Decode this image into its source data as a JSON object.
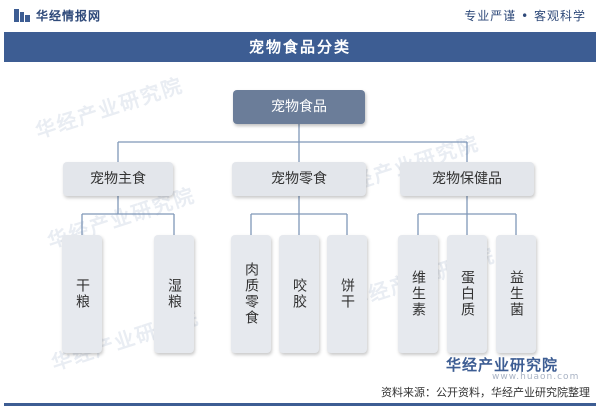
{
  "header": {
    "brand": "华经情报网",
    "slogan": "专业严谨 • 客观科学"
  },
  "diagram": {
    "title": "宠物食品分类",
    "root": "宠物食品",
    "categories": [
      {
        "label": "宠物主食",
        "children": [
          "干粮",
          "湿粮"
        ]
      },
      {
        "label": "宠物零食",
        "children": [
          "肉质零食",
          "咬胶",
          "饼干"
        ]
      },
      {
        "label": "宠物保健品",
        "children": [
          "维生素",
          "蛋白质",
          "益生菌"
        ]
      }
    ]
  },
  "watermark": {
    "text": "华经产业研究院"
  },
  "footer": {
    "logo_text": "华经产业研究院",
    "url": "www.huaon.com",
    "source": "资料来源：公开资料，华经产业研究院整理"
  },
  "colors": {
    "title_bar": "#3d5d93",
    "root_node": "#6b7d99",
    "category_node": "#e3e6eb",
    "leaf_node": "#e6e9ee",
    "connector": "#7f97b8"
  }
}
